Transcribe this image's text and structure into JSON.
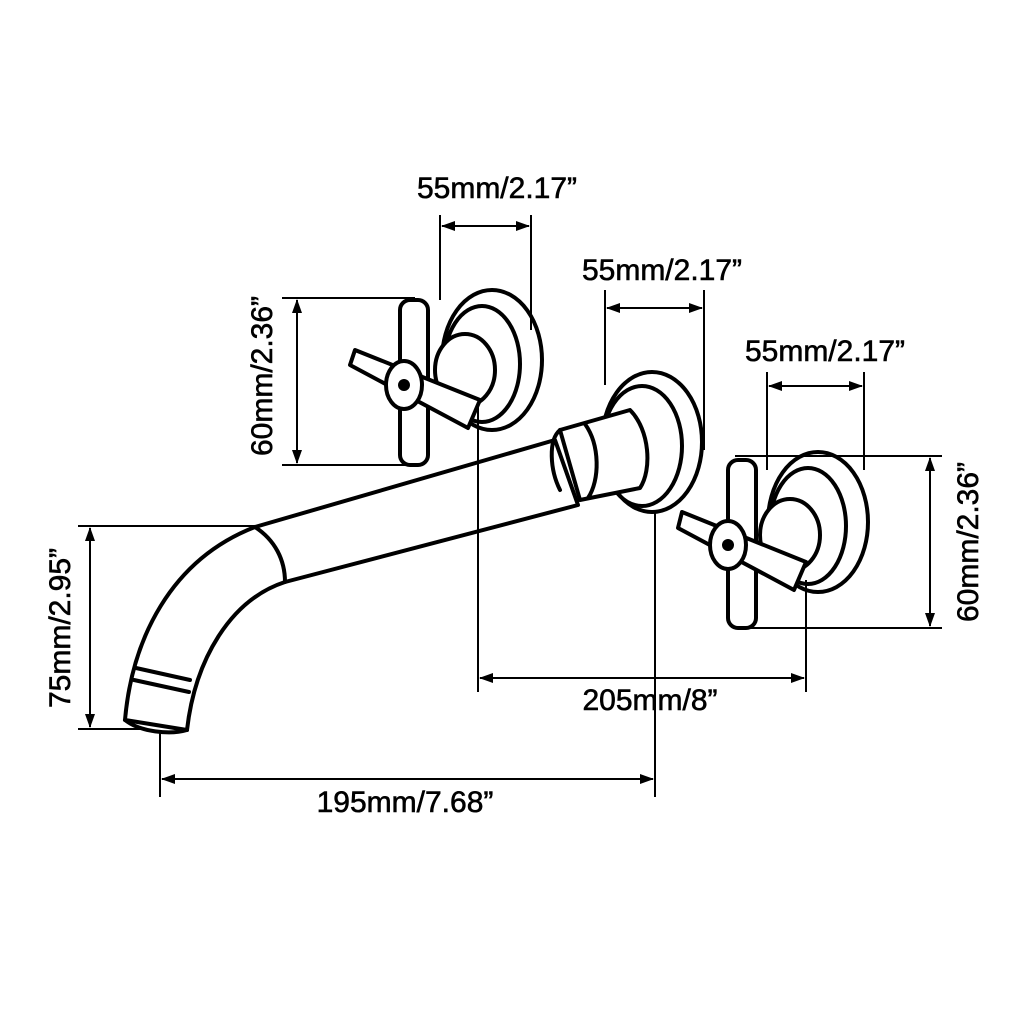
{
  "title": "Wall-mounted faucet dimension drawing",
  "dimensions": {
    "left_handle_width": "55mm/2.17”",
    "center_escutcheon_width": "55mm/2.17”",
    "right_handle_width": "55mm/2.17”",
    "left_handle_height": "60mm/2.36”",
    "right_handle_height": "60mm/2.36”",
    "spout_drop": "75mm/2.95”",
    "handle_spacing": "205mm/8”",
    "spout_reach": "195mm/7.68”"
  },
  "colors": {
    "line": "#000000",
    "background": "#ffffff"
  }
}
